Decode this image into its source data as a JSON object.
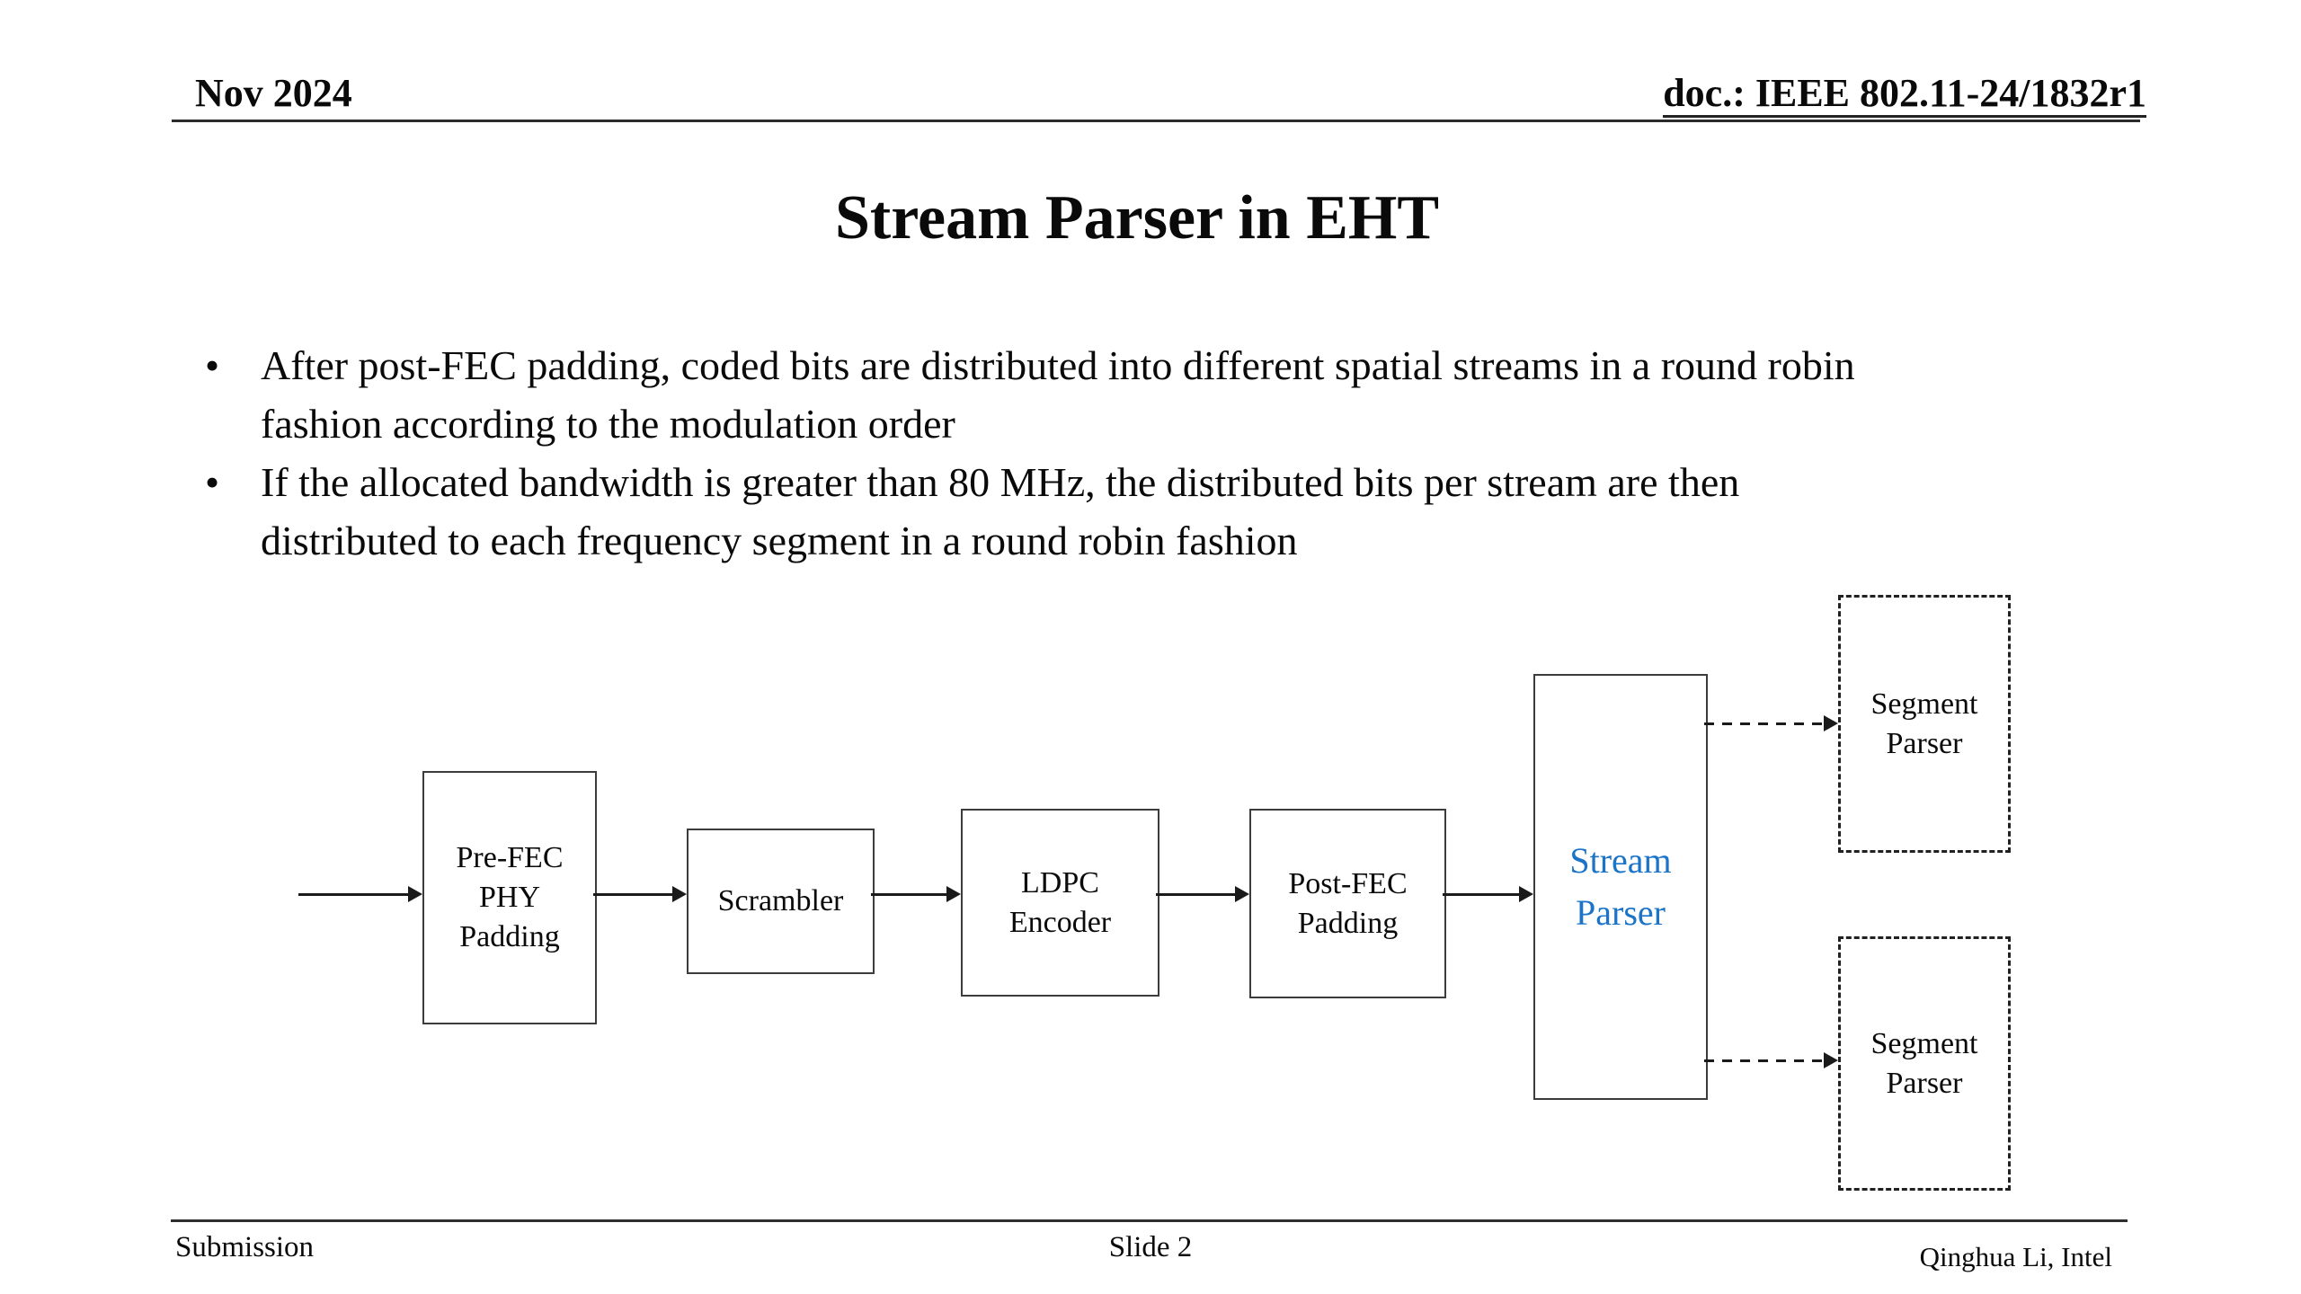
{
  "header": {
    "date": "Nov 2024",
    "doc_id": "doc.: IEEE 802.11-24/1832r1"
  },
  "title": "Stream Parser in EHT",
  "bullets": [
    {
      "marker": "•",
      "lines": [
        "After post-FEC padding, coded bits are distributed into different spatial streams in a round robin",
        "fashion according to the modulation order"
      ]
    },
    {
      "marker": "•",
      "lines": [
        "If the allocated bandwidth is greater than 80 MHz, the distributed bits per stream are then",
        "distributed to each frequency segment in a round robin fashion"
      ]
    }
  ],
  "diagram": {
    "blocks": {
      "pre_fec": {
        "label": "Pre-FEC\nPHY\nPadding"
      },
      "scrambler": {
        "label": "Scrambler"
      },
      "ldpc": {
        "label": "LDPC\nEncoder"
      },
      "post_fec": {
        "label": "Post-FEC\nPadding"
      },
      "stream_parser": {
        "label": "Stream\nParser"
      },
      "segment_parser_top": {
        "label": "Segment\nParser"
      },
      "segment_parser_bottom": {
        "label": "Segment\nParser"
      }
    }
  },
  "footer": {
    "left": "Submission",
    "center": "Slide 2",
    "right": "Qinghua Li, Intel"
  },
  "colors": {
    "background": "#ffffff",
    "text": "#0a0a0a",
    "box_border": "#3c3c3c",
    "stream_parser_blue": "#1B74C8",
    "rule": "#2b2b2b"
  }
}
